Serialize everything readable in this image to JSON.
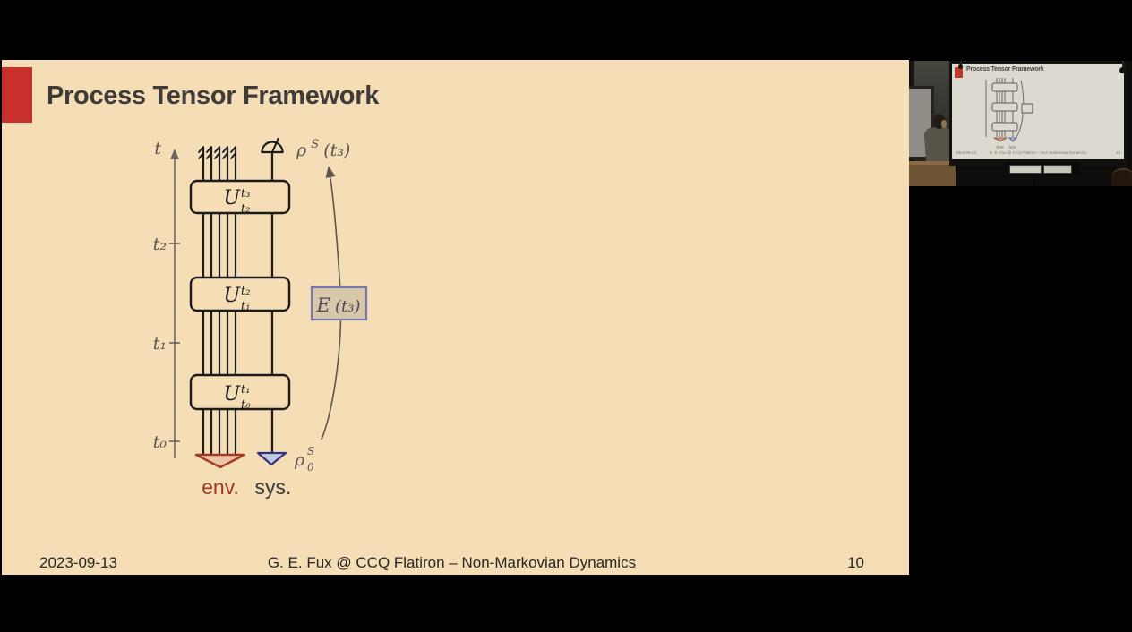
{
  "slide": {
    "title": "Process Tensor Framework",
    "footer": {
      "date": "2023-09-13",
      "center": "G. E. Fux @ CCQ Flatiron – Non-Markovian Dynamics",
      "page": "10"
    },
    "diagram": {
      "time_axis_label": "t",
      "ticks": [
        "t₂",
        "t₁",
        "t₀"
      ],
      "unitary_boxes": [
        {
          "base": "U",
          "sup": "t₃",
          "sub": "t₂"
        },
        {
          "base": "U",
          "sup": "t₂",
          "sub": "t₁"
        },
        {
          "base": "U",
          "sup": "t₁",
          "sub": "t₀"
        }
      ],
      "map_label": {
        "base": "E",
        "arg": "(t₃)"
      },
      "state_final": {
        "base": "ρ",
        "sup": "S",
        "arg": "(t₃)"
      },
      "state_initial": {
        "base": "ρ",
        "sup": "S",
        "sub": "0"
      },
      "env_label": "env.",
      "sys_label": "sys."
    },
    "colors": {
      "background": "#f5ddb6",
      "accent": "#c9302c",
      "env_red": "#9c3a23",
      "sys_blue": "#32327c",
      "map_border": "#7a78ad",
      "map_fill": "#d7c7ab"
    }
  },
  "pip": {
    "screen_title": "Process Tensor Framework"
  }
}
